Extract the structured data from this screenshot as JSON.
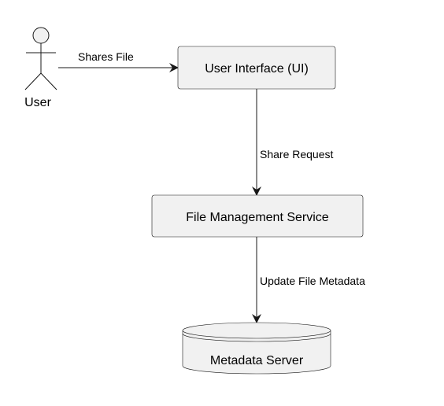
{
  "diagram": {
    "actor": {
      "label": "User"
    },
    "nodes": {
      "ui": {
        "label": "User Interface (UI)"
      },
      "fms": {
        "label": "File Management Service"
      },
      "metadata": {
        "label": "Metadata Server"
      }
    },
    "edges": {
      "shares_file": {
        "label": "Shares File"
      },
      "share_request": {
        "label": "Share Request"
      },
      "update_metadata": {
        "label": "Update File Metadata"
      }
    }
  },
  "colors": {
    "node_fill": "#f1f1f1",
    "node_stroke": "#181818",
    "line": "#181818",
    "background": "#ffffff"
  }
}
